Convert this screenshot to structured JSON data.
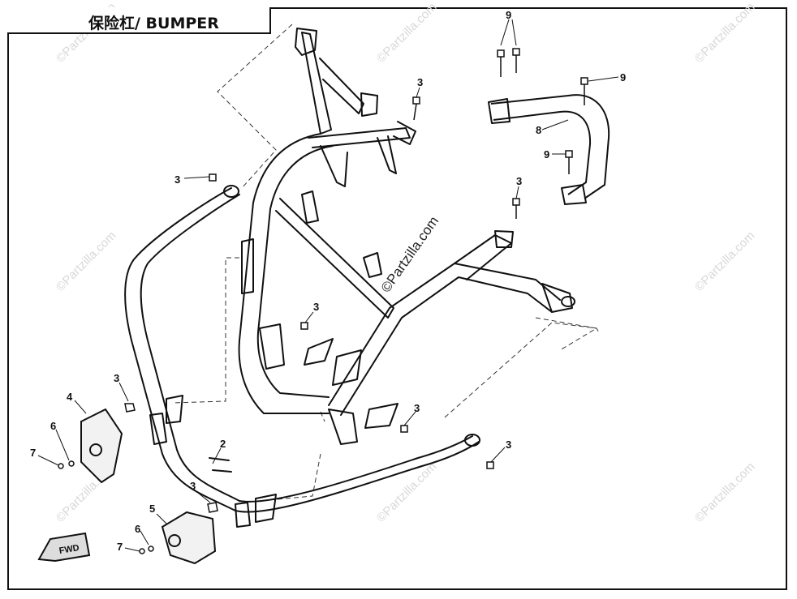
{
  "title": "保险杠/ BUMPER",
  "watermark": "©Partzilla.com",
  "fwd_label": "FWD",
  "callouts": {
    "c1": "9",
    "c2": "9",
    "c3": "9",
    "c4": "3",
    "c5": "3",
    "c6": "8",
    "c7": "3",
    "c8": "3",
    "c9": "3",
    "c10": "4",
    "c11": "6",
    "c12": "7",
    "c13": "2",
    "c14": "3",
    "c15": "3",
    "c16": "5",
    "c17": "6",
    "c18": "7",
    "c19": "3"
  }
}
